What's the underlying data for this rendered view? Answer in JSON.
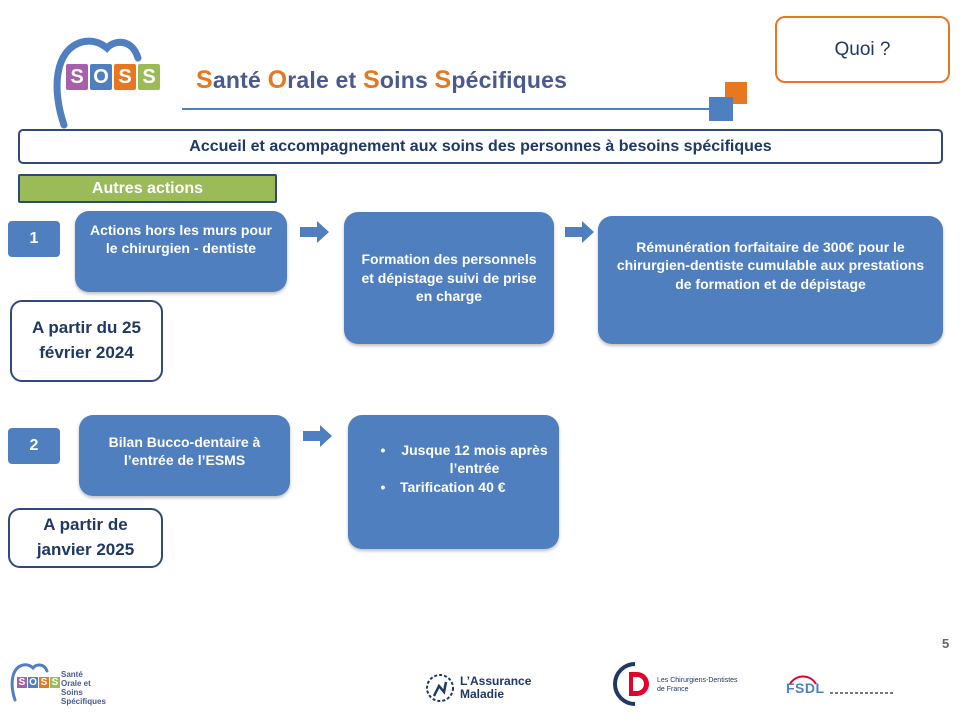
{
  "header": {
    "logo_letters": [
      "S",
      "O",
      "S",
      "S"
    ],
    "logo_colors": [
      "#a65fa8",
      "#4f7fbf",
      "#e87722",
      "#9bbb59"
    ],
    "title_parts": [
      {
        "cap": "S",
        "rest": "anté "
      },
      {
        "cap": "O",
        "rest": "rale et "
      },
      {
        "cap": "S",
        "rest": "oins "
      },
      {
        "cap": "S",
        "rest": "pécifiques"
      }
    ],
    "quoi_label": "Quoi ?"
  },
  "subtitle": "Accueil et accompagnement aux soins des personnes à besoins spécifiques",
  "section_label": "Autres actions",
  "rows": [
    {
      "number": "1",
      "start_date": "A partir du 25 février 2024",
      "action": "Actions hors les murs pour le chirurgien - dentiste",
      "step2": "Formation des personnels et dépistage suivi de prise en charge",
      "step3": "Rémunération forfaitaire de 300€ pour le chirurgien-dentiste cumulable aux prestations de formation et de dépistage"
    },
    {
      "number": "2",
      "start_date": "A partir de janvier 2025",
      "action": "Bilan Bucco-dentaire à l’entrée de l’ESMS",
      "bullets": [
        "Jusque 12 mois après l’entrée",
        "Tarification 40 €"
      ],
      "bullet_glyph": "•"
    }
  ],
  "page_number": "5",
  "footer": {
    "soss_lines": [
      "Santé",
      "Orale et",
      "Soins",
      "Spécifiques"
    ],
    "assurance_lines": [
      "L’Assurance",
      "Maladie"
    ],
    "cd_lines": [
      "Les Chirurgiens-Dentistes",
      "de France"
    ],
    "fsdl": "FSDL"
  },
  "colors": {
    "accent_blue": "#4f7fbf",
    "accent_orange": "#e87722",
    "navy": "#1f3864",
    "green": "#9bbb59"
  }
}
